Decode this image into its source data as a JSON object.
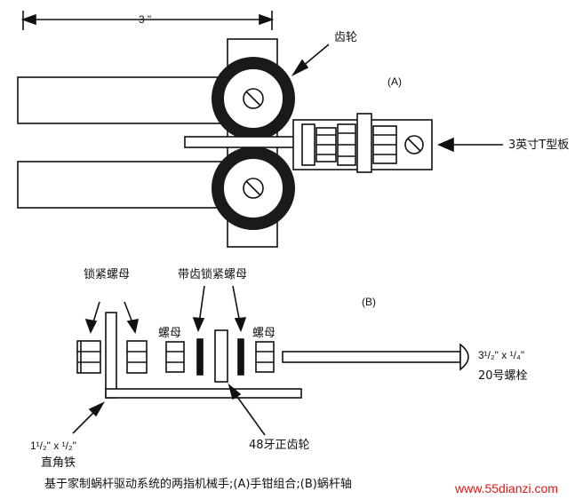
{
  "labels": {
    "dimension_top": "3 \"",
    "gear": "齿轮",
    "part_a": "(A)",
    "t_plate": "3英寸T型板",
    "lock_nut": "锁紧螺母",
    "toothed_lock_nut": "带齿锁紧螺母",
    "part_b": "(B)",
    "nut_left": "螺母",
    "nut_right": "螺母",
    "bolt_size": "3¹/₂\" x ¹/₄\"",
    "bolt_name": "20号螺栓",
    "angle_size": "1¹/₂\" x ¹/₂\"",
    "angle_name": "直角铁",
    "spur_gear": "48牙正齿轮",
    "caption": "基于家制蜗杆驱动系统的两指机械手;(A)手钳组合;(B)蜗杆轴",
    "watermark": "www.55dianzi.com"
  },
  "colors": {
    "line": "#111111",
    "watermark": "#d21b1b"
  }
}
